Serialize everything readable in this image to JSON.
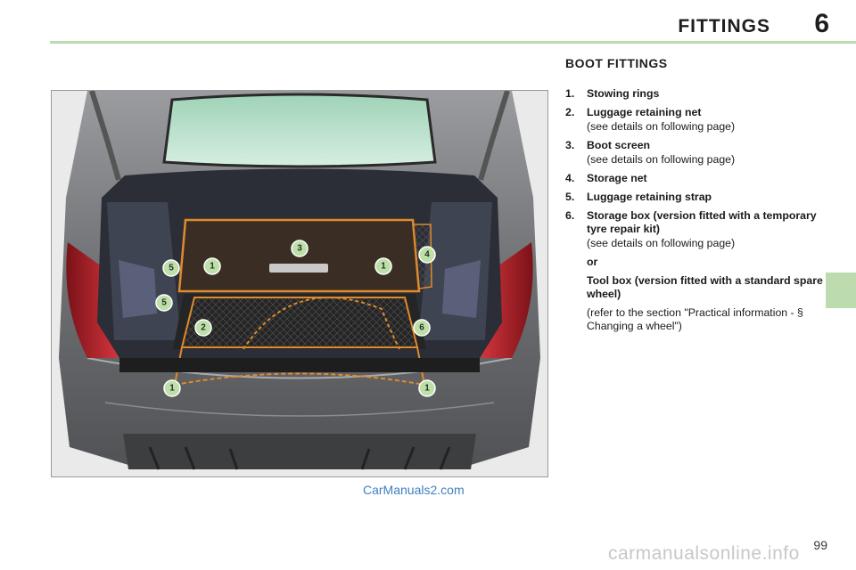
{
  "header": {
    "chapter_title": "FITTINGS",
    "chapter_number": "6"
  },
  "section": {
    "title": "BOOT FITTINGS"
  },
  "items": [
    {
      "num": "1.",
      "label": "Stowing rings"
    },
    {
      "num": "2.",
      "label": "Luggage retaining net",
      "note": "(see details on following page)"
    },
    {
      "num": "3.",
      "label": "Boot screen",
      "note": "(see details on following page)"
    },
    {
      "num": "4.",
      "label": "Storage net"
    },
    {
      "num": "5.",
      "label": "Luggage retaining strap"
    },
    {
      "num": "6.",
      "label": "Storage box (version fitted with a temporary tyre repair kit)",
      "note": "(see details on following page)",
      "or": "or",
      "alt_label": "Tool box (version fitted with a standard spare wheel)",
      "alt_note": "(refer to the section \"Practical information - § Changing a wheel\")"
    }
  ],
  "figure": {
    "callouts": [
      "1",
      "1",
      "1",
      "1",
      "2",
      "3",
      "4",
      "5",
      "5",
      "6"
    ]
  },
  "watermark": "CarManuals2.com",
  "page_number": "99",
  "site_watermark": "carmanualsonline.info",
  "colors": {
    "accent": "#bcdcb0",
    "net_orange": "#e08a2c",
    "car_body": "#7b7d80",
    "tail_light": "#b3202a"
  }
}
